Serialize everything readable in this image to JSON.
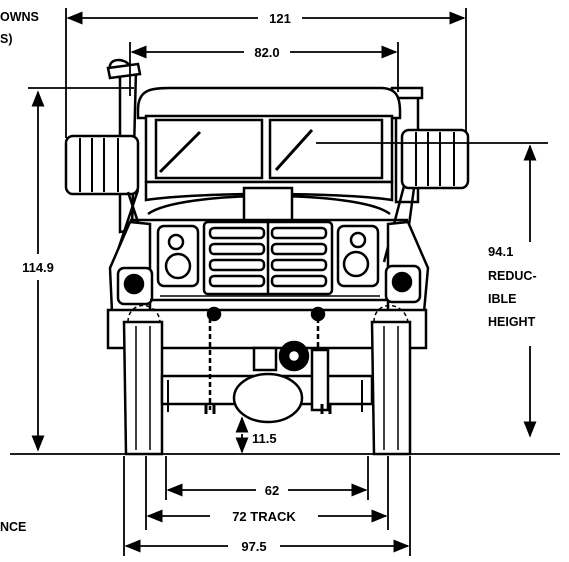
{
  "dimensions": {
    "overall_width": "121",
    "cab_width": "82.0",
    "overall_height": "114.9",
    "reducible_height_value": "94.1",
    "reducible_height_label": [
      "REDUC-",
      "IBLE",
      "HEIGHT"
    ],
    "ground_clearance": "11.5",
    "inner_axle": "62",
    "track": "72 TRACK",
    "tire_width": "97.5"
  },
  "cutoff_labels": {
    "top_left_line1": "OWNS",
    "top_left_line2": "S)",
    "bottom_left": "NCE"
  }
}
